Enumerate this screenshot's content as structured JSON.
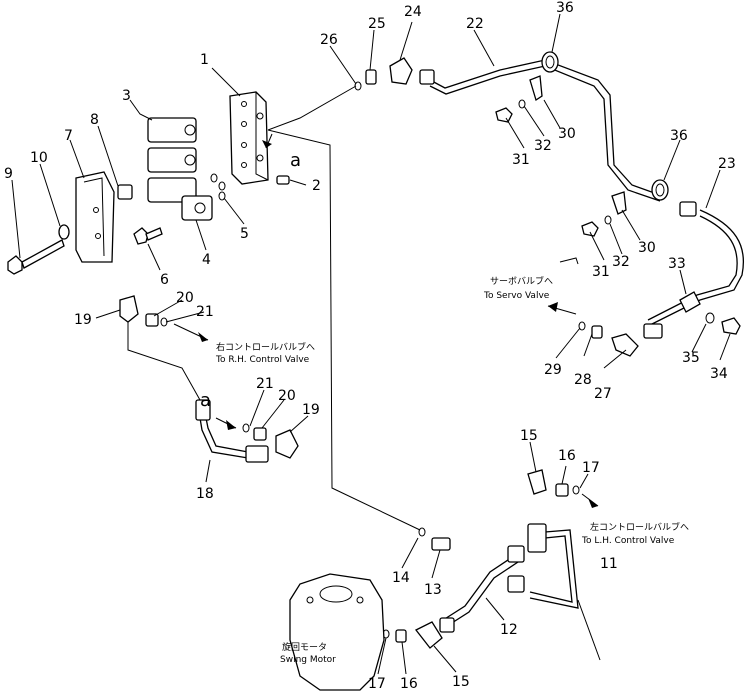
{
  "callouts": [
    "1",
    "2",
    "3",
    "4",
    "5",
    "6",
    "7",
    "8",
    "9",
    "10",
    "11",
    "12",
    "13",
    "14",
    "15",
    "16",
    "17",
    "18",
    "19",
    "20",
    "21",
    "22",
    "23",
    "24",
    "25",
    "26",
    "27",
    "28",
    "29",
    "30",
    "31",
    "32",
    "33",
    "34",
    "35",
    "36"
  ],
  "connection_marks": [
    "a"
  ],
  "notes": {
    "servo_jp": "サーボバルブへ",
    "servo_en": "To Servo Valve",
    "rh_jp": "右コントロールバルブへ",
    "rh_en": "To R.H. Control Valve",
    "lh_jp": "左コントロールバルブへ",
    "lh_en": "To L.H. Control Valve",
    "motor_jp": "旋回モータ",
    "motor_en": "Swing Motor"
  }
}
